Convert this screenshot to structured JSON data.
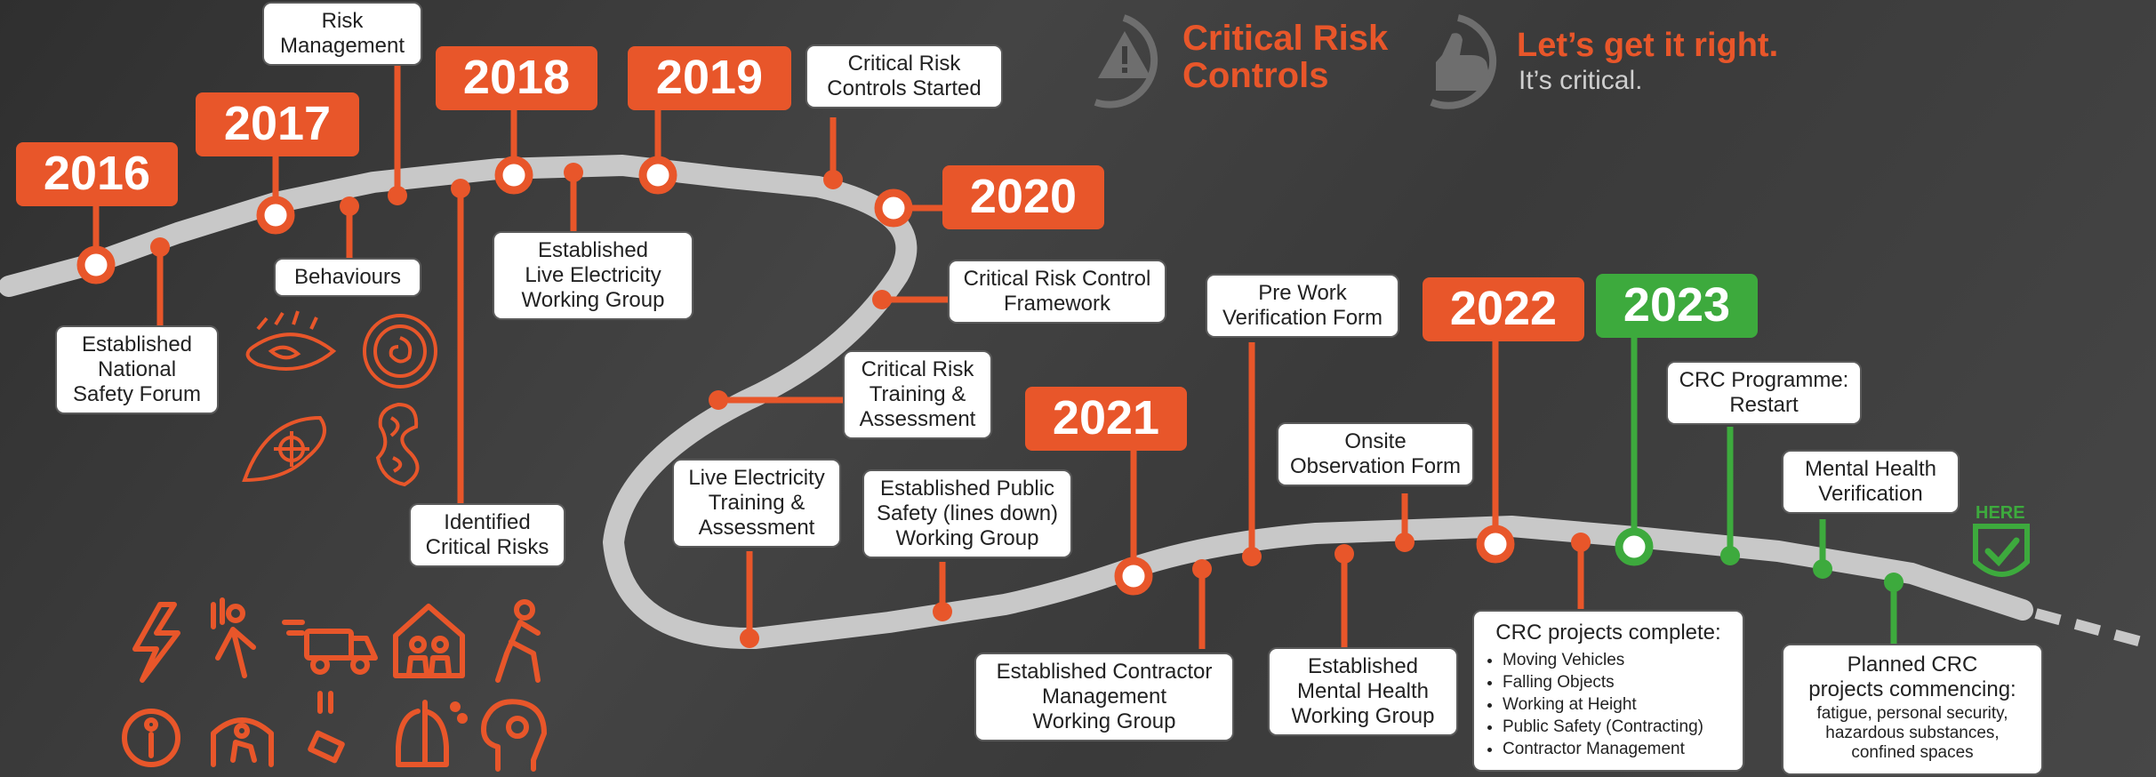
{
  "brand": {
    "title_line1": "Critical Risk",
    "title_line2": "Controls",
    "slogan": "Let’s get it right.",
    "slogan_sub": "It’s critical.",
    "warning_icon": "warning-triangle-icon",
    "thumbs_icon": "thumbs-up-icon"
  },
  "years": {
    "y2016": "2016",
    "y2017": "2017",
    "y2018": "2018",
    "y2019": "2019",
    "y2020": "2020",
    "y2021": "2021",
    "y2022": "2022",
    "y2023": "2023"
  },
  "labels": {
    "risk_management": "Risk\nManagement",
    "established_national_safety_forum": "Established\nNational\nSafety Forum",
    "behaviours": "Behaviours",
    "identified_critical_risks": "Identified\nCritical Risks",
    "live_electricity_working_group": "Established\nLive Electricity\nWorking Group",
    "crc_started": "Critical Risk\nControls Started",
    "crc_framework": "Critical Risk Control\nFramework",
    "crc_training": "Critical Risk\nTraining &\nAssessment",
    "live_electricity_training": "Live Electricity\nTraining &\nAssessment",
    "public_safety_working_group": "Established Public\nSafety (lines down)\nWorking Group",
    "contractor_mgmt_working_group": "Established Contractor\nManagement\nWorking Group",
    "pre_work_verification": "Pre Work\nVerification Form",
    "onsite_observation": "Onsite\nObservation Form",
    "mental_health_working_group": "Established\nMental Health\nWorking Group",
    "crc_programme_restart": "CRC Programme:\nRestart",
    "mental_health_verification": "Mental Health\nVerification"
  },
  "crc_complete": {
    "heading": "CRC projects complete:",
    "items": [
      "Moving Vehicles",
      "Falling Objects",
      "Working at Height",
      "Public Safety (Contracting)",
      "Contractor Management"
    ]
  },
  "planned_crc": {
    "heading": "Planned CRC\nprojects commencing:",
    "detail": "fatigue, personal security,\nhazardous substances,\nconfined spaces"
  },
  "here": {
    "label": "HERE",
    "icon": "shield-check-icon"
  },
  "colors": {
    "orange": "#e8562a",
    "green": "#3daa3d",
    "path": "#c8c8c8",
    "background": "#3c3c3c"
  },
  "risk_icons": [
    "lightning-icon",
    "fall-icon",
    "vehicle-icon",
    "public-safety-icon",
    "fatigue-icon",
    "person-security-icon",
    "confined-space-icon",
    "falling-object-icon",
    "hazardous-substance-icon",
    "mental-health-icon"
  ],
  "maori_art_icons": [
    "koru-fish-icon",
    "koru-spiral-icon",
    "bird-motif-icon",
    "seahorse-motif-icon"
  ]
}
